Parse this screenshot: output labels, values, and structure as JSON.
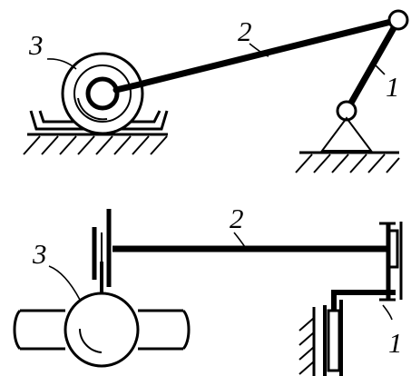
{
  "diagram": {
    "top_view": {
      "labels": {
        "roller": "3",
        "connecting_rod": "2",
        "crank": "1"
      }
    },
    "bottom_view": {
      "labels": {
        "roller": "3",
        "connecting_rod": "2",
        "crank": "1"
      }
    },
    "colors": {
      "ink": "#000000",
      "background": "#ffffff"
    }
  }
}
